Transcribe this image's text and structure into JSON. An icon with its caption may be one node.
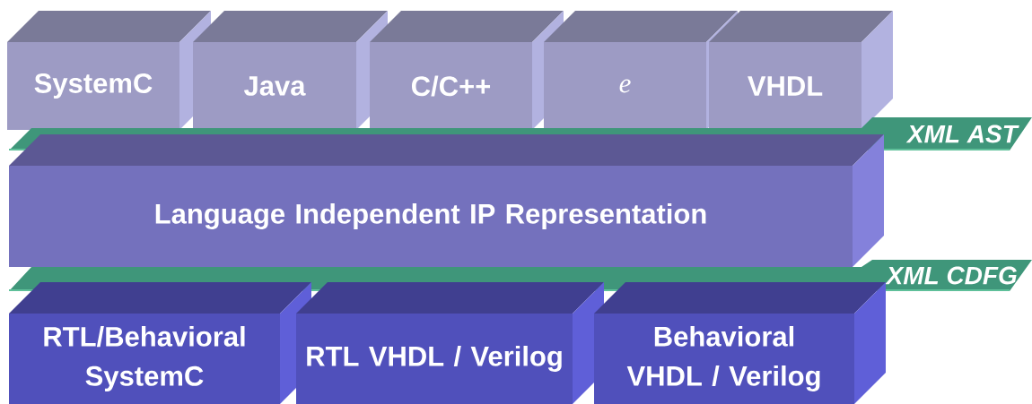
{
  "diagram": {
    "nodes": [
      {
        "text": [
          "SystemC"
        ]
      },
      {
        "text": [
          "Java"
        ]
      },
      {
        "text": [
          "C/C++"
        ]
      },
      {
        "text": [
          "e"
        ]
      },
      {
        "text": [
          "VHDL"
        ]
      },
      {
        "text": [
          "XML AST"
        ]
      },
      {
        "text": [
          "Language Independent IP Representation"
        ]
      },
      {
        "text": [
          "XML CDFG"
        ]
      },
      {
        "text": [
          "RTL/Behavioral SystemC"
        ]
      },
      {
        "text": [
          "RTL VHDL / Verilog"
        ]
      },
      {
        "text": [
          "Behavioral VHDL / Verilog"
        ]
      }
    ]
  }
}
